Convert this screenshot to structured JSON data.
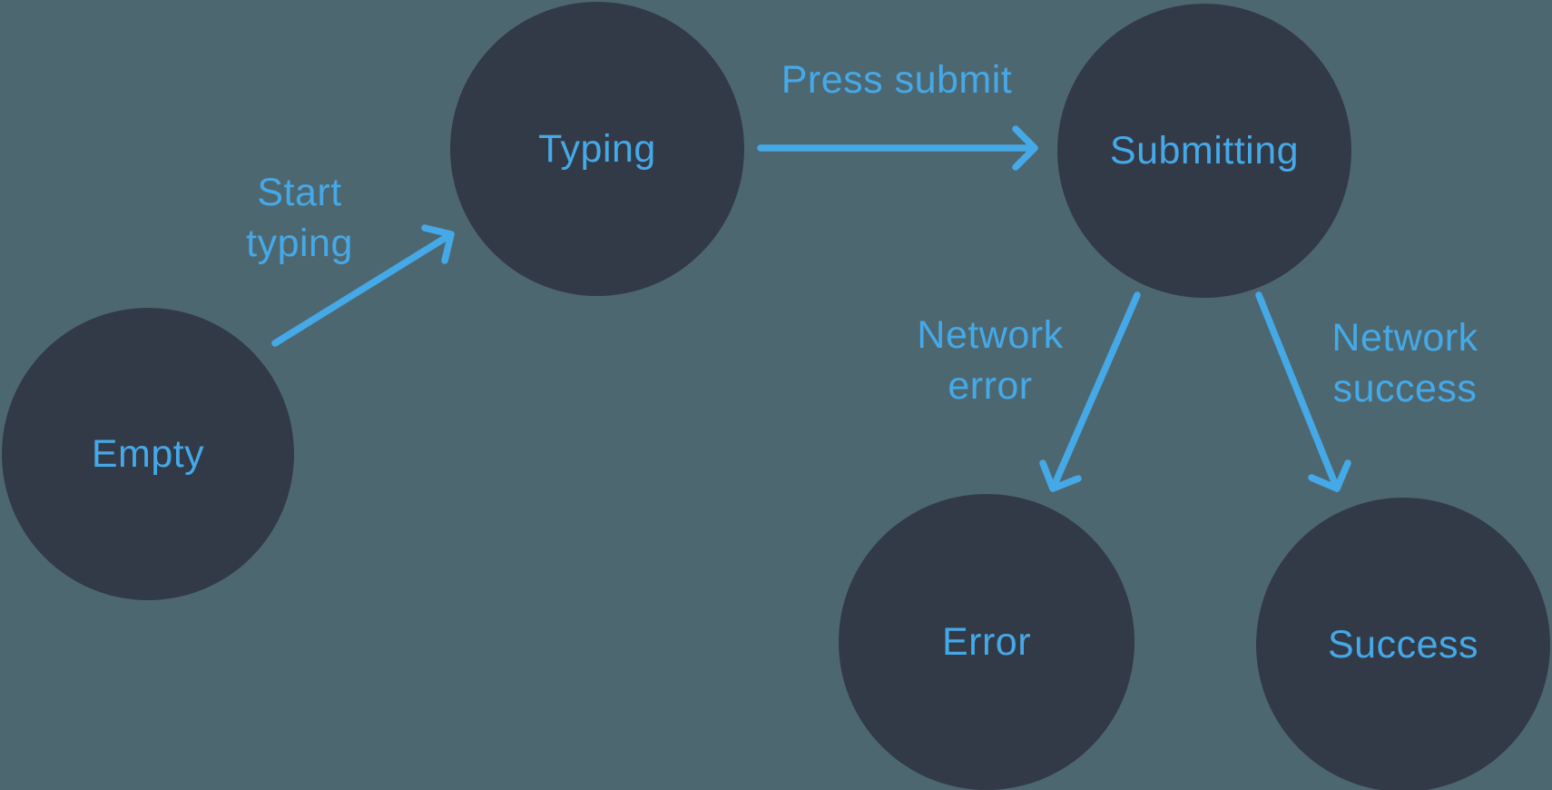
{
  "diagram": {
    "kind": "state-machine",
    "states": [
      {
        "id": "empty",
        "label": "Empty"
      },
      {
        "id": "typing",
        "label": "Typing"
      },
      {
        "id": "submitting",
        "label": "Submitting"
      },
      {
        "id": "error",
        "label": "Error"
      },
      {
        "id": "success",
        "label": "Success"
      }
    ],
    "edges": [
      {
        "from": "empty",
        "to": "typing",
        "label": "Start typing"
      },
      {
        "from": "typing",
        "to": "submitting",
        "label": "Press submit"
      },
      {
        "from": "submitting",
        "to": "error",
        "label": "Network error"
      },
      {
        "from": "submitting",
        "to": "success",
        "label": "Network success"
      }
    ],
    "colors": {
      "background": "#4d6771",
      "node_fill": "#333a47",
      "accent": "#45a9e8"
    }
  }
}
